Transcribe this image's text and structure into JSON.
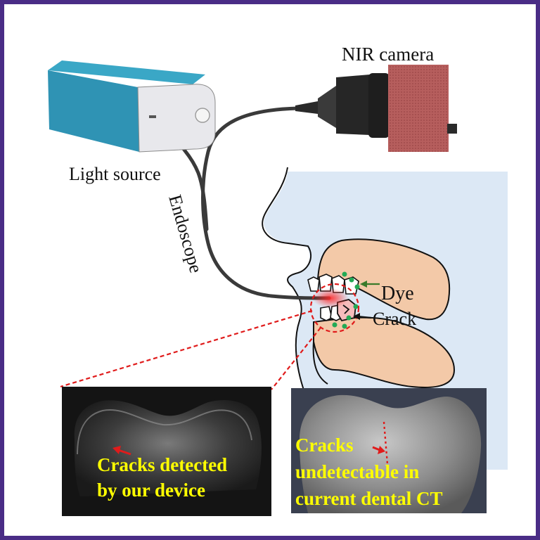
{
  "labels": {
    "nir_camera": "NIR camera",
    "light_source": "Light source",
    "endoscope": "Endoscope",
    "dye": "Dye",
    "crack": "Crack"
  },
  "left_panel": {
    "line1": "Cracks detected",
    "line2": "by our device"
  },
  "right_panel": {
    "line1": "Cracks",
    "line2": "undetectable in",
    "line3": "current dental CT"
  },
  "colors": {
    "frame": "#4a2c86",
    "light_source_box": "#2f93b4",
    "camera_body": "#b65e5d",
    "face_background": "#dce8f5",
    "gums": "#f3c9a8",
    "dye": "#22aa55",
    "annotation": "#e01b1b",
    "panel_text": "#ffff00"
  }
}
